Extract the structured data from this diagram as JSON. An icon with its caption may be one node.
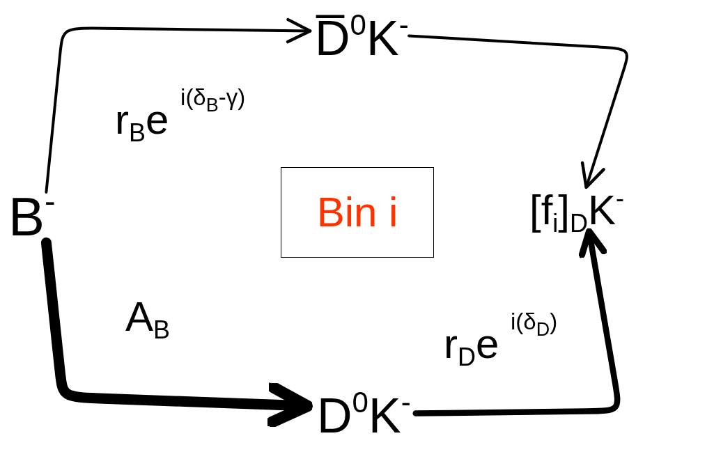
{
  "diagram": {
    "nodes": [
      {
        "text": [
          "B$^{-}$"
        ]
      },
      {
        "text": [
          "D̅$^{0}$K$^{-}$"
        ]
      },
      {
        "text": [
          "[f$_{i}$]$_{D}$K$^{-}$"
        ]
      },
      {
        "text": [
          "D$^{0}$K$^{-}$"
        ]
      },
      {
        "text": [
          "Bin i"
        ]
      }
    ],
    "edges": [
      {
        "from": 0,
        "to": 1,
        "arrow": "to",
        "label": "r$_{B}$e $^{i(δ}$$_{B}$$^{-γ)}$"
      },
      {
        "from": 1,
        "to": 2,
        "arrow": "to"
      },
      {
        "from": 0,
        "to": 3,
        "arrow": "to",
        "style": "thick",
        "label": "A$_{B}$"
      },
      {
        "from": 3,
        "to": 2,
        "arrow": "to",
        "style": "thick",
        "label": "r$_{D}$e $^{i(δ}$$_{D}$$^{)}$"
      }
    ]
  }
}
